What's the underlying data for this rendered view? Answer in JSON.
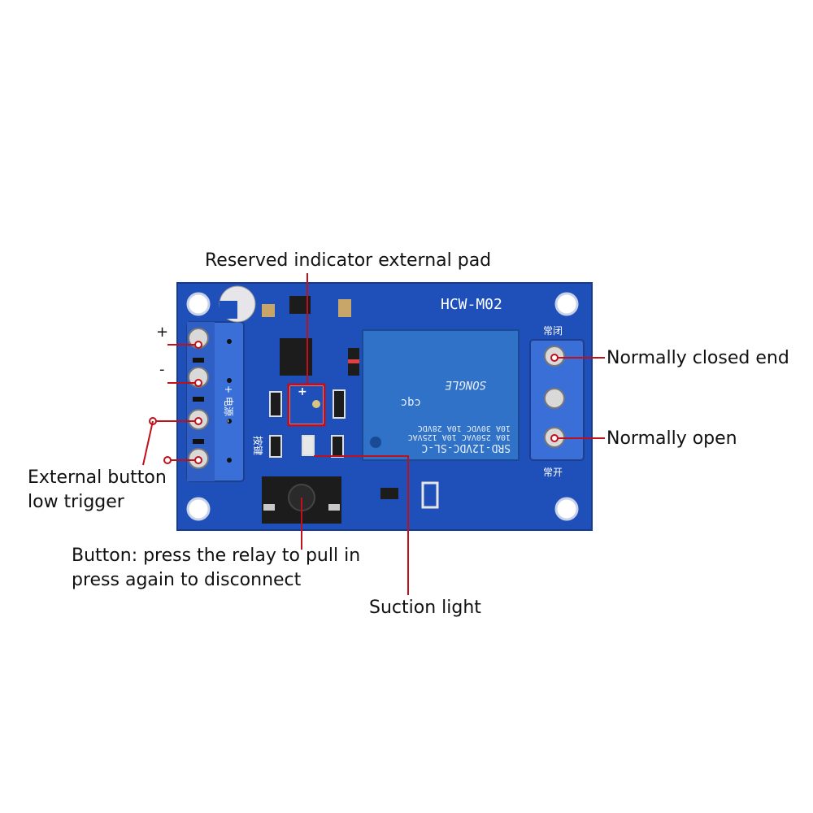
{
  "board": {
    "model": "HCW-M02",
    "power_label": "+ 电源 -",
    "button_silk": "按键",
    "nc_silk": "常闭",
    "no_silk": "常开",
    "plus_pad": "+"
  },
  "relay": {
    "line1": "SRD-12VDC-SL-C",
    "line2": "10A 250VAC 10A 125VAC",
    "line3": "10A 30VDC 10A 28VDC",
    "brand": "SONGLE",
    "cert": "cqc"
  },
  "signs": {
    "plus": "+",
    "minus": "-"
  },
  "callouts": {
    "reserved_pad": "Reserved indicator external pad",
    "normally_closed": "Normally closed end",
    "normally_open": "Normally open",
    "external_button_1": "External button",
    "external_button_2": "low trigger",
    "button_1": "Button: press the relay to pull in",
    "button_2": "press again to disconnect",
    "suction_light": "Suction light"
  },
  "colors": {
    "pcb": "#1f4fb8",
    "relay": "#2f72c8",
    "terminal": "#3a6fd8",
    "callout_line": "#c0101a"
  }
}
